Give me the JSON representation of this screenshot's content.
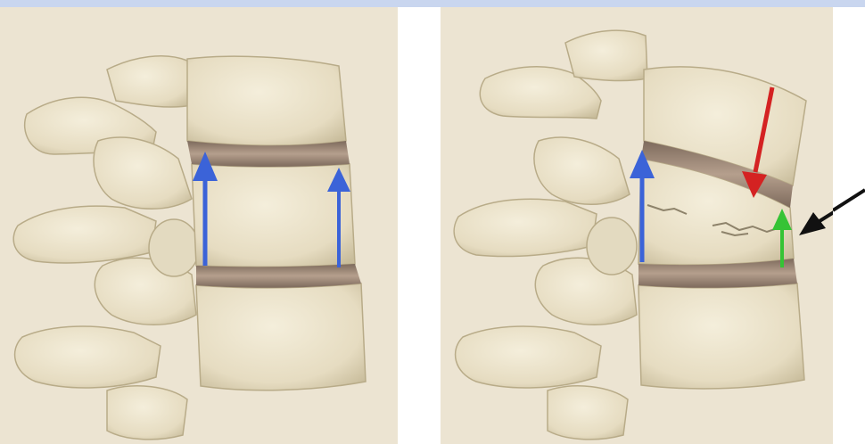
{
  "figure": {
    "panels": [
      {
        "id": "normal",
        "description_label": ""
      },
      {
        "id": "compressed",
        "description_label": ""
      }
    ],
    "colors": {
      "background_tan": "#ece4d2",
      "bone": "#e9e1c8",
      "bone_shadow": "#c9bf9f",
      "disc": "#9c8676",
      "arrow_blue": "#3b63d8",
      "arrow_red": "#d42222",
      "arrow_green": "#35c335",
      "arrow_black": "#111111",
      "top_band": "#c9d6ef"
    },
    "arrows": [
      {
        "panel": "normal",
        "color": "arrow_blue",
        "meaning": "vertebral-height"
      },
      {
        "panel": "normal",
        "color": "arrow_blue",
        "meaning": "vertebral-height"
      },
      {
        "panel": "compressed",
        "color": "arrow_blue",
        "meaning": "posterior-height"
      },
      {
        "panel": "compressed",
        "color": "arrow_red",
        "meaning": "compression-force"
      },
      {
        "panel": "compressed",
        "color": "arrow_green",
        "meaning": "reduced-anterior-height"
      },
      {
        "panel": "compressed",
        "color": "arrow_black",
        "meaning": "fracture-pointer"
      }
    ]
  }
}
